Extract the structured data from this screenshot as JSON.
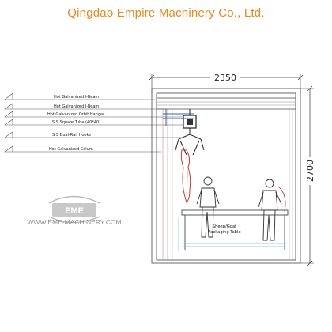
{
  "header": {
    "company": "Qingdao Empire Machinery Co., Ltd."
  },
  "labels": [
    "Hot Galvanized I-Beam",
    "Hot Galvanized I-Beam",
    "Hot Galvanized Orbit Hanger",
    "S.S Square Tube (40*40)",
    "S.S Dual-Rail Hooks",
    "Hot Galvanized Colum"
  ],
  "dimensions": {
    "width": "2350",
    "height": "2700"
  },
  "table": {
    "line1": "Sheep/Goat",
    "line2": "Packaging Table"
  },
  "logo": {
    "badge": "EME",
    "url": "WWW.EME-MACHINERY.COM"
  },
  "colors": {
    "header": "#e8891e",
    "line": "#444444",
    "blue": "#3a66b0",
    "cyan": "#6fc3cf",
    "red": "#c43a3a"
  }
}
